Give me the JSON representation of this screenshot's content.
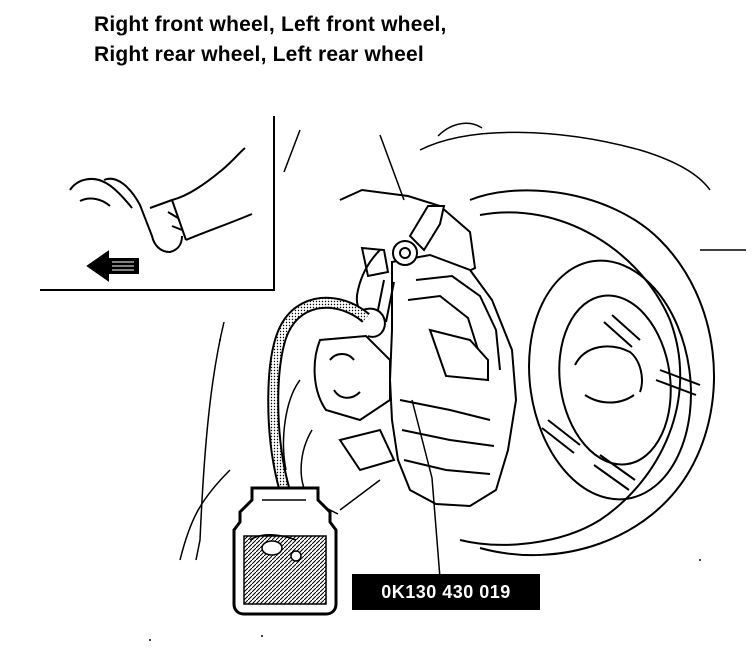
{
  "heading": {
    "line1": "Right front wheel, Left front wheel,",
    "line2": "Right rear wheel, Left rear wheel"
  },
  "part_number": "0K130 430 019",
  "icons": {
    "foot": "brake-pedal-foot-icon",
    "arrow": "push-arrow-icon",
    "bottle": "bleeder-bottle-icon"
  },
  "colors": {
    "ink": "#000000",
    "paper": "#ffffff"
  }
}
